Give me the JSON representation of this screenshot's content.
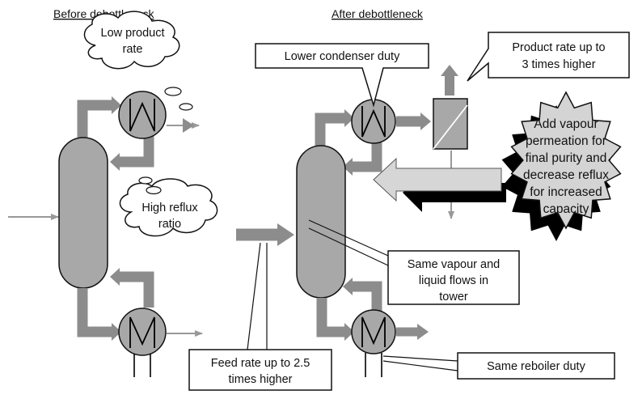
{
  "before": {
    "heading": "Before debottleneck",
    "cloud_low_product": [
      "Low product",
      "rate"
    ],
    "cloud_high_reflux": [
      "High reflux",
      "ratio"
    ]
  },
  "after": {
    "heading": "After debottleneck",
    "callout_condenser": "Lower condenser duty",
    "callout_product_rate": [
      "Product rate up to",
      "3 times higher"
    ],
    "callout_vapour_permeation": [
      "Add vapour",
      "permeation for",
      "final purity and",
      "decrease reflux",
      "for increased",
      "capacity"
    ],
    "callout_same_flows": [
      "Same vapour and",
      "liquid flows in",
      "tower"
    ],
    "callout_reboiler": "Same reboiler duty"
  },
  "feed_callout": [
    "Feed rate up to 2.5",
    "times higher"
  ],
  "colors": {
    "equipment_fill": "#a8a8a8",
    "arrow_fill": "#8c8c8c",
    "burst_fill": "#d4d4d4",
    "dark_arrow": "#000000"
  }
}
